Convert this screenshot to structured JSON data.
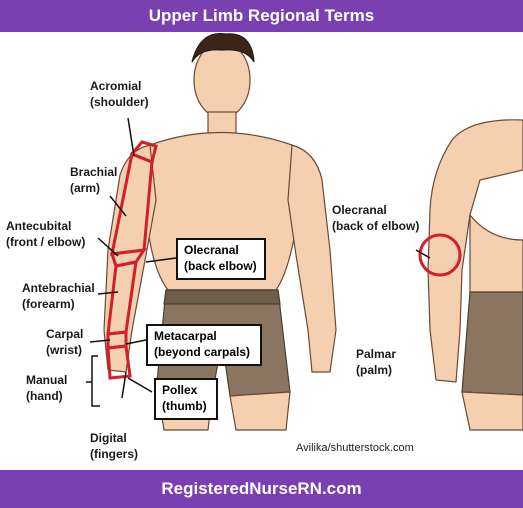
{
  "title": "Upper Limb Regional Terms",
  "footer": "RegisteredNurseRN.com",
  "credit": "Avilika/shutterstock.com",
  "labels": {
    "acromial": [
      "Acromial",
      "(shoulder)"
    ],
    "brachial": [
      "Brachial",
      "(arm)"
    ],
    "antecubital": [
      "Antecubital",
      "(front / elbow)"
    ],
    "antebrachial": [
      "Antebrachial",
      "(forearm)"
    ],
    "carpal": [
      "Carpal",
      "(wrist)"
    ],
    "manual": [
      "Manual",
      "(hand)"
    ],
    "digital": [
      "Digital",
      "(fingers)"
    ],
    "olecranal_back": [
      "Olecranal",
      "(back elbow)"
    ],
    "metacarpal": [
      "Metacarpal",
      "(beyond carpals)"
    ],
    "pollex": [
      "Pollex",
      "(thumb)"
    ],
    "olecranal_right": [
      "Olecranal",
      "(back of elbow)"
    ],
    "palmar": [
      "Palmar",
      "(palm)"
    ]
  },
  "colors": {
    "banner": "#7a3fb0",
    "highlight": "#d21f2a",
    "skin": "#f4cfb0",
    "shorts": "#8a7560"
  }
}
